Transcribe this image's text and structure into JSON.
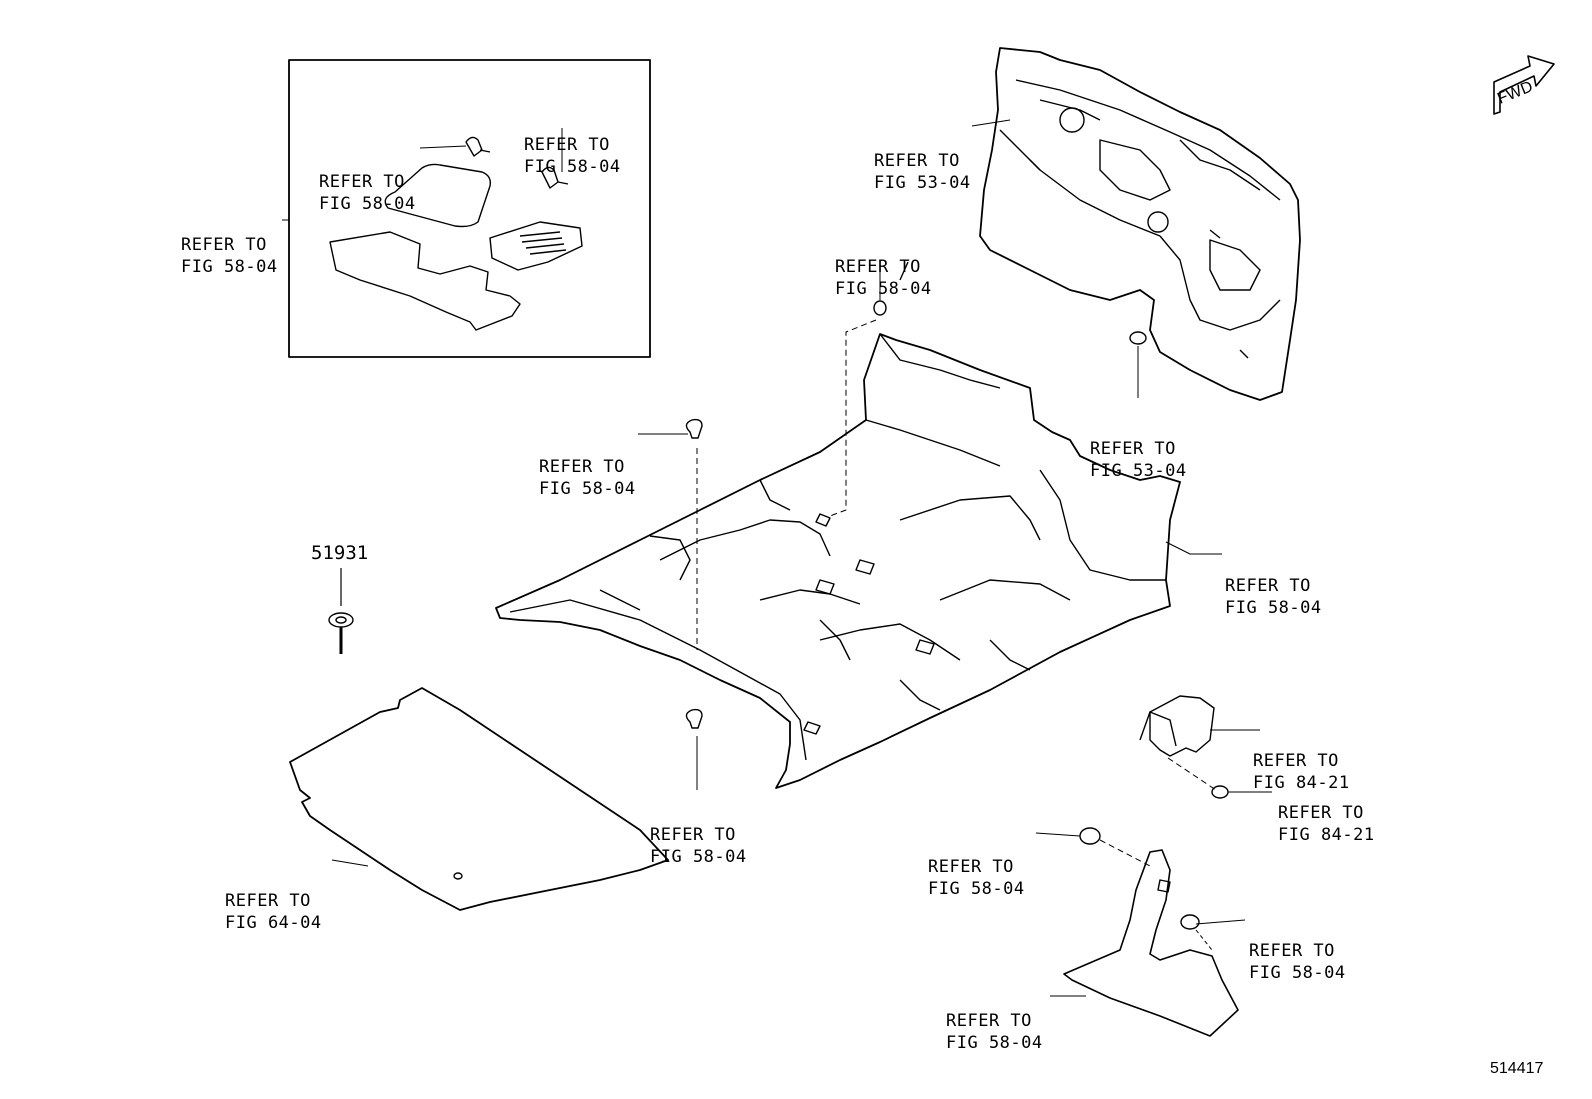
{
  "diagram": {
    "part_number": "51931",
    "illustration_id": "514417",
    "fwd": "FWD",
    "callouts": [
      {
        "line1": "REFER TO",
        "line2": "FIG 58-04"
      },
      {
        "line1": "REFER TO",
        "line2": "FIG 58-04"
      },
      {
        "line1": "REFER TO",
        "line2": "FIG 58-04"
      },
      {
        "line1": "REFER TO",
        "line2": "FIG 53-04"
      },
      {
        "line1": "REFER TO",
        "line2": "FIG 58-04"
      },
      {
        "line1": "REFER TO",
        "line2": "FIG 53-04"
      },
      {
        "line1": "REFER TO",
        "line2": "FIG 58-04"
      },
      {
        "line1": "REFER TO",
        "line2": "FIG 58-04"
      },
      {
        "line1": "REFER TO",
        "line2": "FIG 84-21"
      },
      {
        "line1": "REFER TO",
        "line2": "FIG 84-21"
      },
      {
        "line1": "REFER TO",
        "line2": "FIG 58-04"
      },
      {
        "line1": "REFER TO",
        "line2": "FIG 58-04"
      },
      {
        "line1": "REFER TO",
        "line2": "FIG 58-04"
      },
      {
        "line1": "REFER TO",
        "line2": "FIG 64-04"
      },
      {
        "line1": "REFER TO",
        "line2": "FIG 58-04"
      }
    ]
  }
}
